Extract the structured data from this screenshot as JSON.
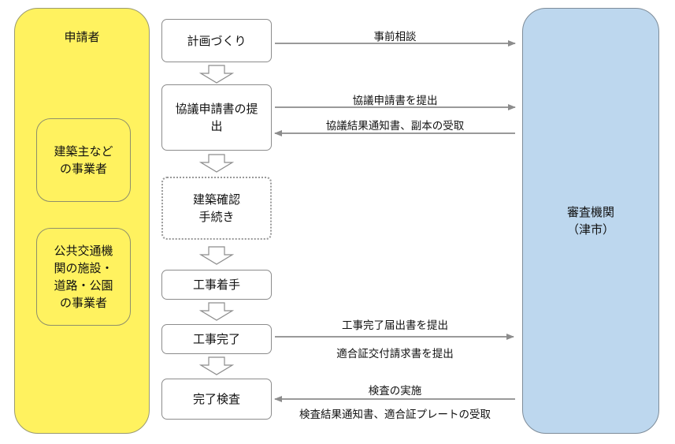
{
  "applicant": {
    "title": "申請者",
    "owner_box": "建築主など\nの事業者",
    "transit_box": "公共交通機\n関の施設・\n道路・公園\nの事業者"
  },
  "authority": {
    "label": "審査機関\n（津市）"
  },
  "steps": {
    "plan": "計画づくり",
    "submit_consultation": "協議申請書の提\n出",
    "building_confirmation": "建築確認\n手続き",
    "start_work": "工事着手",
    "complete_work": "工事完了",
    "inspection": "完了検査"
  },
  "flows": {
    "prior_consultation": "事前相談",
    "submit_application": "協議申請書を提出",
    "receive_result": "協議結果通知書、副本の受取",
    "submit_completion_notice": "工事完了届出書を提出",
    "submit_compliance_request": "適合証交付請求書を提出",
    "inspection_conducted": "検査の実施",
    "receive_inspection_result": "検査結果通知書、適合証プレートの受取"
  },
  "colors": {
    "applicant_fill": "#fff25f",
    "authority_fill": "#bdd7ee",
    "arrow": "#8c8c8c"
  }
}
